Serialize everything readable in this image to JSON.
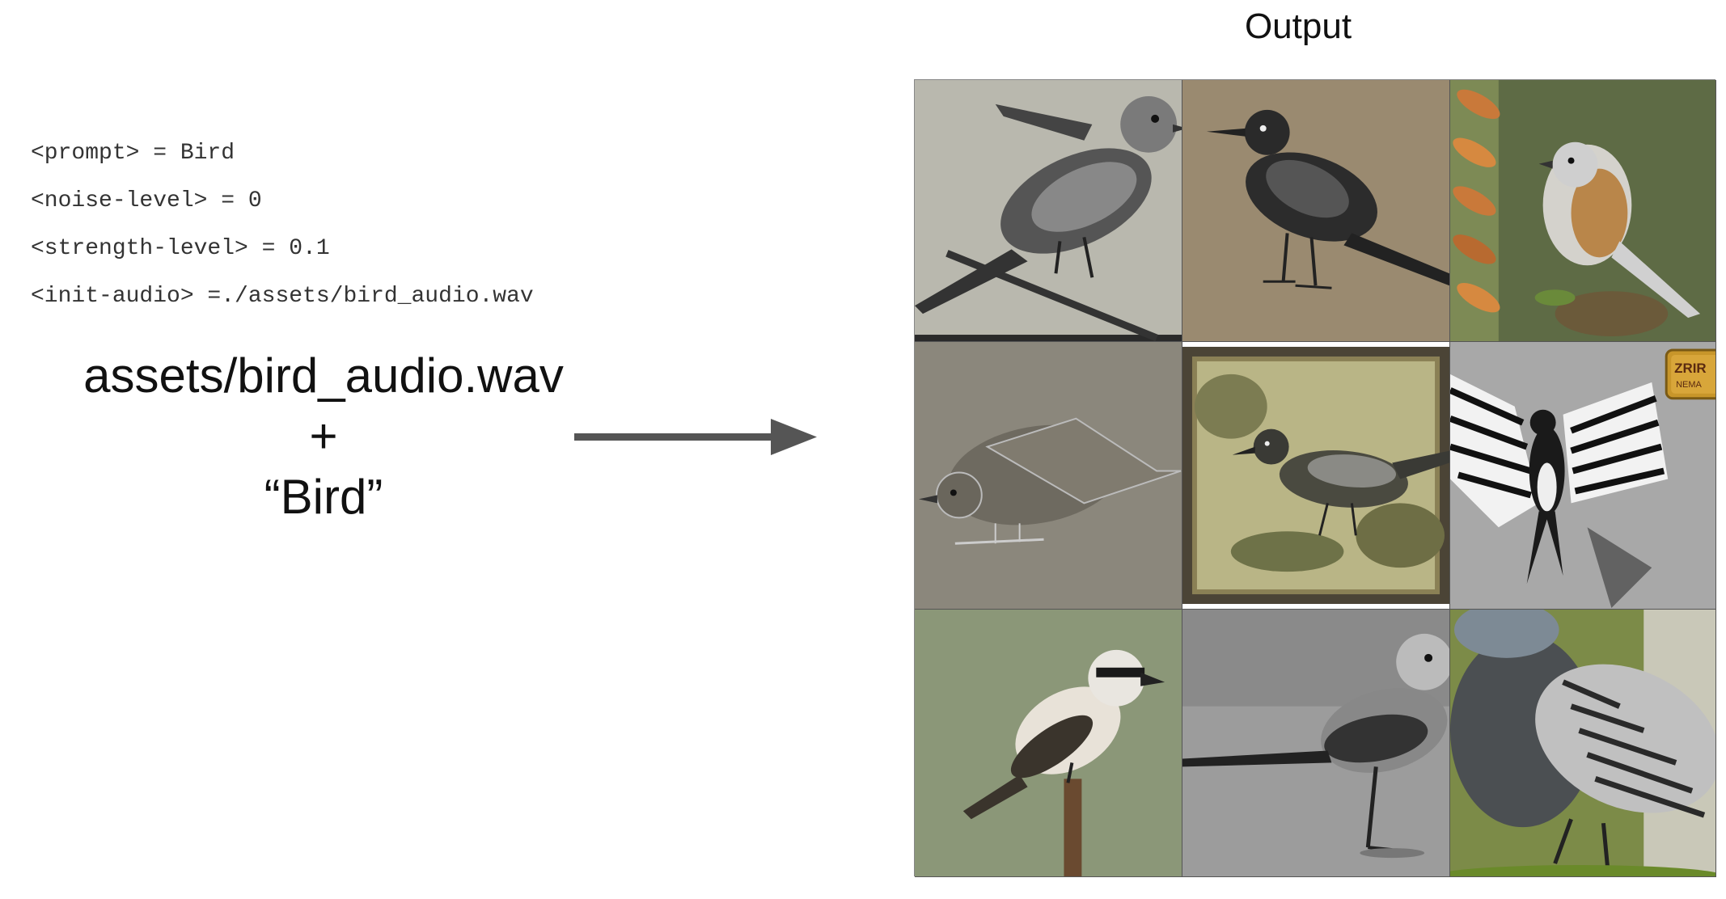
{
  "params": {
    "prompt": "<prompt> = Bird",
    "noise": "<noise-level> = 0",
    "strength": "<strength-level> = 0.1",
    "init_audio": "<init-audio> =./assets/bird_audio.wav"
  },
  "input": {
    "audio_file": "assets/bird_audio.wav",
    "plus": "+",
    "text": "“Bird”"
  },
  "output": {
    "title": "Output",
    "badge_text_1": "ZRIR",
    "badge_text_2": "NEMA"
  },
  "colors": {
    "arrow": "#555555",
    "text": "#111111",
    "param_text": "#333333"
  }
}
